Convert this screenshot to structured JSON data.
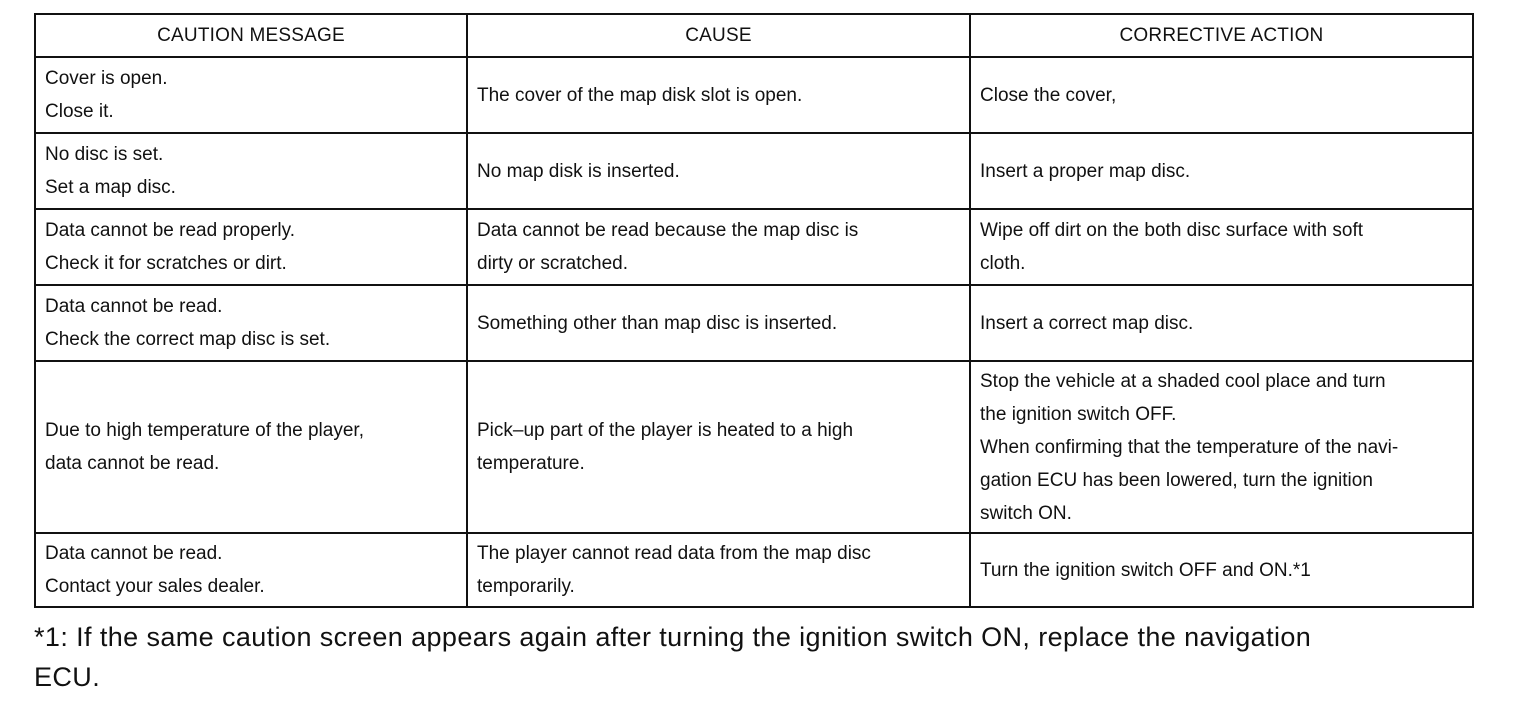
{
  "table": {
    "headers": [
      "CAUTION MESSAGE",
      "CAUSE",
      "CORRECTIVE ACTION"
    ],
    "rows": [
      {
        "message": [
          "Cover is open.",
          "Close it."
        ],
        "cause": [
          "The cover of the map disk slot is open."
        ],
        "action": [
          "Close the cover,"
        ]
      },
      {
        "message": [
          "No disc is set.",
          "Set a map disc."
        ],
        "cause": [
          "No map disk is inserted."
        ],
        "action": [
          "Insert a proper map disc."
        ]
      },
      {
        "message": [
          "Data cannot be read properly.",
          "Check it for scratches or dirt."
        ],
        "cause": [
          "Data cannot be read because the map disc is",
          "dirty or scratched."
        ],
        "action": [
          "Wipe off dirt on the both disc surface with soft",
          "cloth."
        ]
      },
      {
        "message": [
          "Data cannot be read.",
          "Check the correct map disc is set."
        ],
        "cause": [
          "Something other than map disc is inserted."
        ],
        "action": [
          "Insert a correct map disc."
        ]
      },
      {
        "message": [
          "Due to high temperature of the player,",
          "data cannot be read."
        ],
        "cause": [
          "Pick–up part of the player is heated to a high",
          "temperature."
        ],
        "action": [
          "Stop the vehicle at a shaded cool place and turn",
          "the ignition switch OFF.",
          "When confirming that the temperature of the navi-",
          "gation ECU has been lowered, turn the ignition",
          "switch ON."
        ]
      },
      {
        "message": [
          "Data cannot be read.",
          "Contact your sales dealer."
        ],
        "cause": [
          "The player cannot read data from the map disc",
          "temporarily."
        ],
        "action": [
          "Turn the ignition switch OFF and ON.*1"
        ]
      }
    ]
  },
  "footnote": {
    "line1": "*1: If the same caution screen appears again after turning the ignition switch ON, replace the navigation",
    "line2": "ECU."
  }
}
